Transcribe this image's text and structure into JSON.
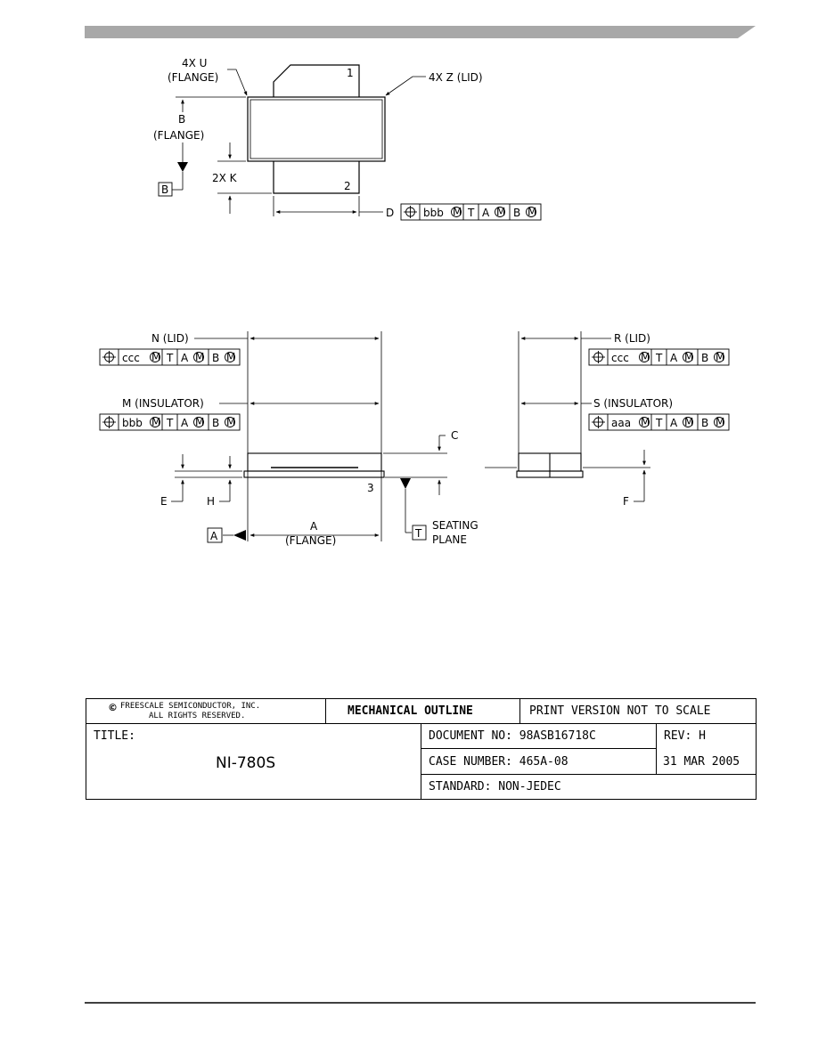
{
  "views": {
    "top": {
      "callout_u": [
        "4X U",
        "(FLANGE)"
      ],
      "callout_z": "4X Z (LID)",
      "dim_b": [
        "B",
        "(FLANGE)"
      ],
      "dim_k": "2X K",
      "datum_b": "B",
      "pin_1": "1",
      "pin_2": "2",
      "dim_d": "D",
      "fcf_d": [
        "bbb",
        "T",
        "A",
        "B"
      ]
    },
    "front": {
      "dim_n": "N (LID)",
      "fcf_n": [
        "ccc",
        "T",
        "A",
        "B"
      ],
      "dim_m": "M (INSULATOR)",
      "fcf_m": [
        "bbb",
        "T",
        "A",
        "B"
      ],
      "dim_c": "C",
      "dim_e": "E",
      "dim_h": "H",
      "pin_3": "3",
      "dim_a": [
        "A",
        "(FLANGE)"
      ],
      "datum_a": "A",
      "datum_t": "T",
      "seating_plane": [
        "SEATING",
        "PLANE"
      ]
    },
    "side": {
      "dim_r": "R (LID)",
      "fcf_r": [
        "ccc",
        "T",
        "A",
        "B"
      ],
      "dim_s": "S (INSULATOR)",
      "fcf_s": [
        "aaa",
        "T",
        "A",
        "B"
      ],
      "dim_f": "F"
    }
  },
  "title_block": {
    "copyright_line1": "FREESCALE SEMICONDUCTOR, INC.",
    "copyright_line2": "ALL RIGHTS RESERVED.",
    "mechanical_outline": "MECHANICAL OUTLINE",
    "print_version": "PRINT VERSION NOT TO SCALE",
    "title_label": "TITLE:",
    "title_value": "NI-780S",
    "document_no": "DOCUMENT NO: 98ASB16718C",
    "rev": "REV: H",
    "case_number": "CASE NUMBER: 465A-08",
    "date": "31 MAR 2005",
    "standard": "STANDARD: NON-JEDEC"
  }
}
